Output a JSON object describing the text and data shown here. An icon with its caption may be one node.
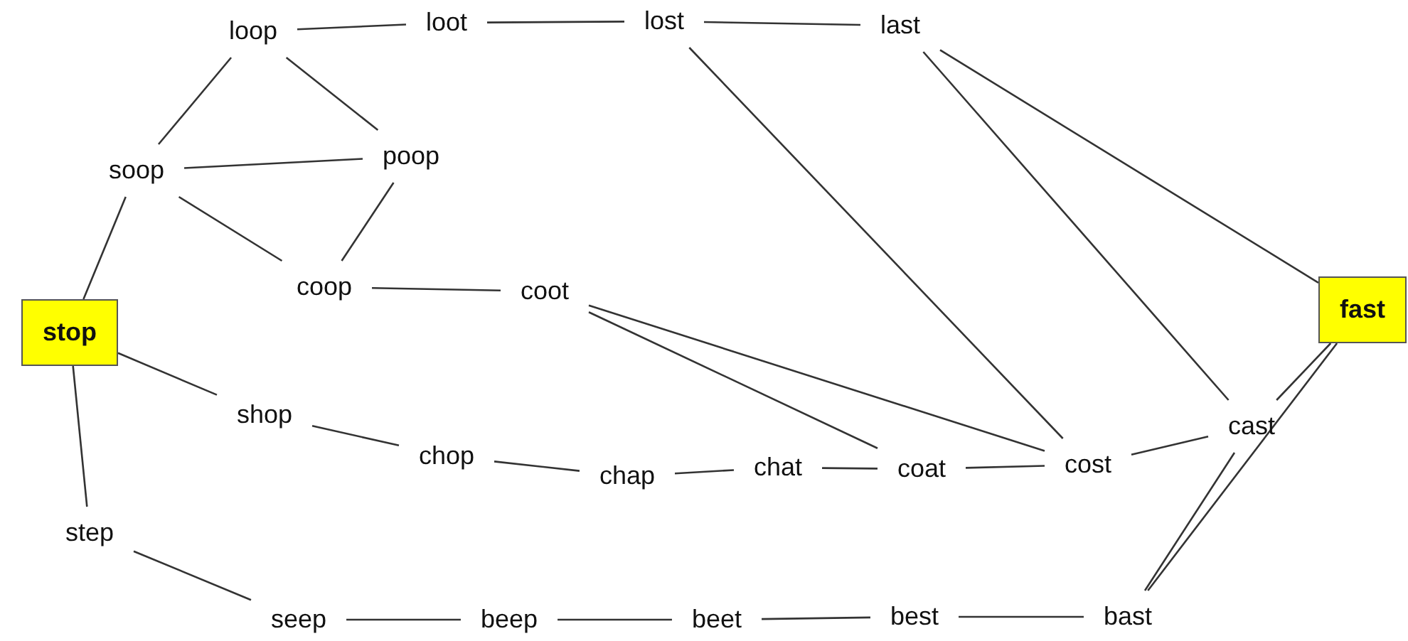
{
  "diagram": {
    "nodes": [
      {
        "text": [
          "loop"
        ]
      },
      {
        "text": [
          "loot"
        ]
      },
      {
        "text": [
          "lost"
        ]
      },
      {
        "text": [
          "last"
        ]
      },
      {
        "text": [
          "soop"
        ]
      },
      {
        "text": [
          "poop"
        ]
      },
      {
        "text": [
          "stop"
        ]
      },
      {
        "text": [
          "coop"
        ]
      },
      {
        "text": [
          "coot"
        ]
      },
      {
        "text": [
          "fast"
        ]
      },
      {
        "text": [
          "shop"
        ]
      },
      {
        "text": [
          "chop"
        ]
      },
      {
        "text": [
          "chap"
        ]
      },
      {
        "text": [
          "chat"
        ]
      },
      {
        "text": [
          "coat"
        ]
      },
      {
        "text": [
          "cost"
        ]
      },
      {
        "text": [
          "cast"
        ]
      },
      {
        "text": [
          "step"
        ]
      },
      {
        "text": [
          "seep"
        ]
      },
      {
        "text": [
          "beep"
        ]
      },
      {
        "text": [
          "beet"
        ]
      },
      {
        "text": [
          "best"
        ]
      },
      {
        "text": [
          "bast"
        ]
      }
    ],
    "edges": [
      {
        "from": 0,
        "to": 1,
        "arrow": "none"
      },
      {
        "from": 1,
        "to": 2,
        "arrow": "none"
      },
      {
        "from": 2,
        "to": 3,
        "arrow": "none"
      },
      {
        "from": 0,
        "to": 4,
        "arrow": "none"
      },
      {
        "from": 0,
        "to": 5,
        "arrow": "none"
      },
      {
        "from": 4,
        "to": 5,
        "arrow": "none"
      },
      {
        "from": 4,
        "to": 7,
        "arrow": "none"
      },
      {
        "from": 5,
        "to": 7,
        "arrow": "none"
      },
      {
        "from": 4,
        "to": 6,
        "arrow": "none"
      },
      {
        "from": 7,
        "to": 8,
        "arrow": "none"
      },
      {
        "from": 2,
        "to": 15,
        "arrow": "none"
      },
      {
        "from": 3,
        "to": 16,
        "arrow": "none"
      },
      {
        "from": 3,
        "to": 9,
        "arrow": "none"
      },
      {
        "from": 8,
        "to": 15,
        "arrow": "none"
      },
      {
        "from": 8,
        "to": 14,
        "arrow": "none"
      },
      {
        "from": 6,
        "to": 10,
        "arrow": "none"
      },
      {
        "from": 6,
        "to": 17,
        "arrow": "none"
      },
      {
        "from": 10,
        "to": 11,
        "arrow": "none"
      },
      {
        "from": 11,
        "to": 12,
        "arrow": "none"
      },
      {
        "from": 12,
        "to": 13,
        "arrow": "none"
      },
      {
        "from": 13,
        "to": 14,
        "arrow": "none"
      },
      {
        "from": 14,
        "to": 15,
        "arrow": "none"
      },
      {
        "from": 15,
        "to": 16,
        "arrow": "none"
      },
      {
        "from": 16,
        "to": 9,
        "arrow": "none"
      },
      {
        "from": 16,
        "to": 22,
        "arrow": "none"
      },
      {
        "from": 9,
        "to": 22,
        "arrow": "none"
      },
      {
        "from": 17,
        "to": 18,
        "arrow": "none"
      },
      {
        "from": 18,
        "to": 19,
        "arrow": "none"
      },
      {
        "from": 19,
        "to": 20,
        "arrow": "none"
      },
      {
        "from": 20,
        "to": 21,
        "arrow": "none"
      },
      {
        "from": 21,
        "to": 22,
        "arrow": "none"
      }
    ]
  }
}
